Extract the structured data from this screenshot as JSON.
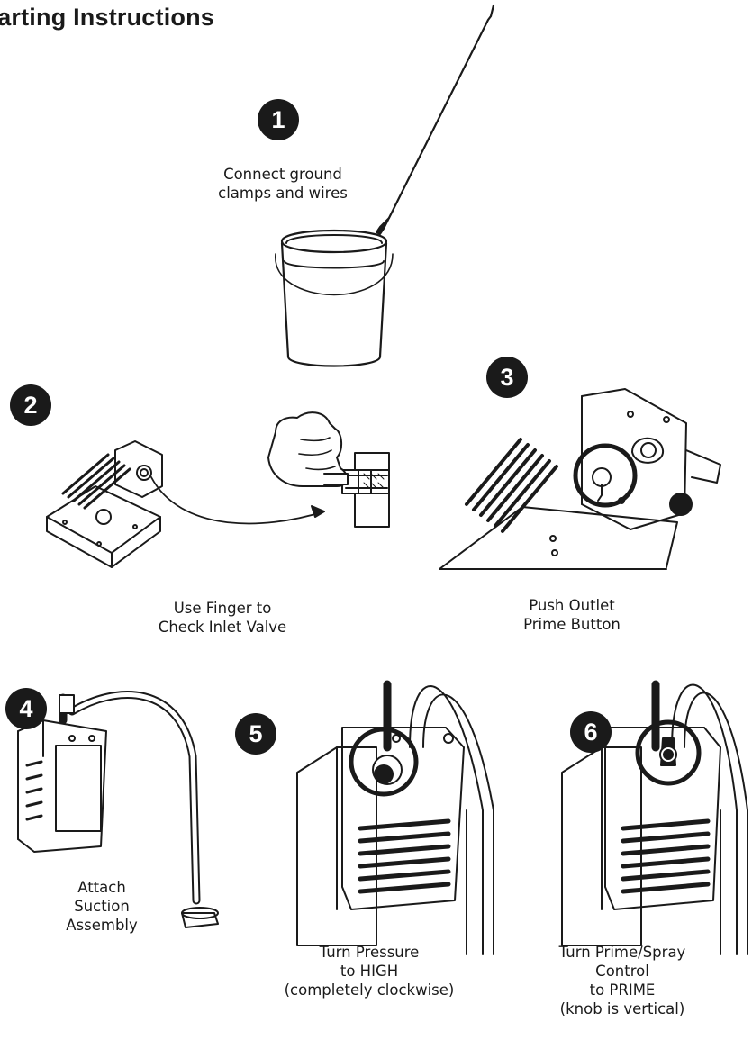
{
  "title": "tarting Instructions",
  "steps": [
    {
      "number": "1",
      "caption": [
        "Connect ground",
        "clamps and wires"
      ]
    },
    {
      "number": "2",
      "caption": [
        "Use Finger to",
        "Check Inlet Valve"
      ]
    },
    {
      "number": "3",
      "caption": [
        "Push Outlet",
        "Prime Button"
      ]
    },
    {
      "number": "4",
      "caption": [
        "Attach",
        "Suction",
        "Assembly"
      ]
    },
    {
      "number": "5",
      "caption": [
        "Turn Pressure",
        "to HIGH",
        "(completely clockwise)"
      ]
    },
    {
      "number": "6",
      "caption": [
        "Turn Prime/Spray",
        "Control",
        "to PRIME",
        "(knob is vertical)"
      ]
    }
  ],
  "icons": [
    "ground-wire-bucket-icon",
    "inlet-valve-finger-icon",
    "outlet-prime-button-icon",
    "suction-assembly-icon",
    "pressure-knob-icon",
    "prime-spray-knob-icon"
  ]
}
